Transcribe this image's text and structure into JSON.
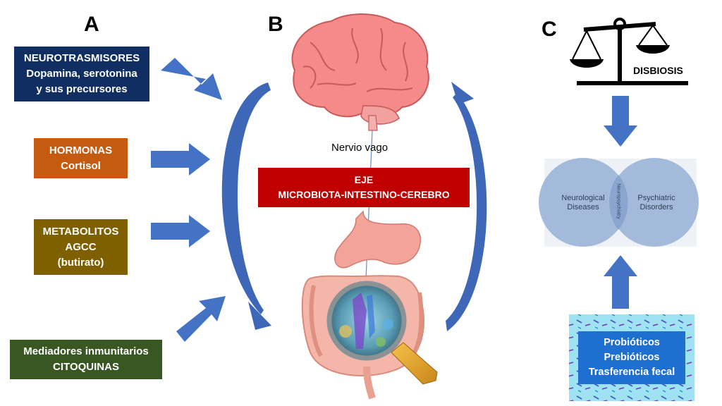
{
  "panels": {
    "a": "A",
    "b": "B",
    "c": "C"
  },
  "boxes": {
    "neuro": [
      "NEUROTRASMISORES",
      "Dopamina, serotonina",
      "y sus precursores"
    ],
    "hormonas": [
      "HORMONAS",
      "Cortisol"
    ],
    "metabolitos": [
      "METABOLITOS",
      "AGCC",
      "(butirato)"
    ],
    "mediadores": [
      "Mediadores inmunitarios",
      "CITOQUINAS"
    ]
  },
  "center": {
    "nervio": "Nervio vago",
    "eje": [
      "EJE",
      "MICROBIOTA-INTESTINO-CEREBRO"
    ]
  },
  "right": {
    "disbiosis": "DISBIOSIS",
    "venn": {
      "left": [
        "Neurological",
        "Diseases"
      ],
      "middle": "Neuropsychiatry",
      "right": [
        "Psychiatric",
        "Disorders"
      ]
    },
    "treatments": [
      "Probióticos",
      "Prebióticos",
      "Trasferencia fecal"
    ]
  },
  "colors": {
    "neuro": "#112e63",
    "hormonas": "#c55a11",
    "metabolitos": "#7f6000",
    "mediadores": "#385723",
    "eje": "#c00000",
    "arrow": "#4472c4",
    "treat": "#1f6fd1"
  }
}
